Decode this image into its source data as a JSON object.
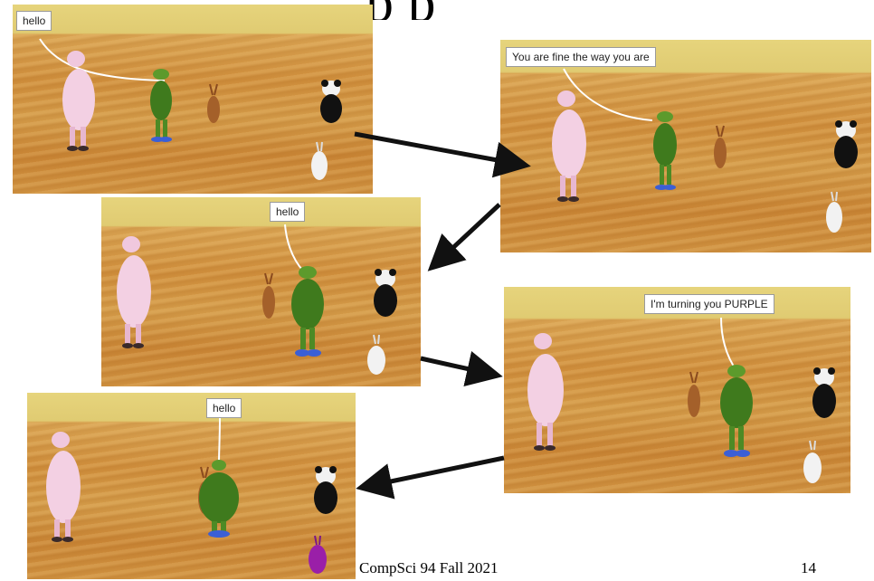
{
  "slide": {
    "title_fragment": "p         p",
    "footer_course": "CompSci 94 Fall 2021",
    "page_number": "14"
  },
  "scenes": [
    {
      "id": "scene-1",
      "speech": "hello"
    },
    {
      "id": "scene-2",
      "speech": "You are fine the way you are"
    },
    {
      "id": "scene-3",
      "speech": "hello"
    },
    {
      "id": "scene-4",
      "speech": "I'm turning you PURPLE"
    },
    {
      "id": "scene-5",
      "speech": "hello"
    }
  ],
  "colors": {
    "sky": "#e6d47c",
    "ground": "#cf8e3c",
    "pig": "#f0c8de",
    "turtle": "#3f7a1d",
    "hare": "#a4602a",
    "panda": "#111111",
    "bunny": "#f2f2f2",
    "purple_bunny": "#9a1fa8",
    "arrow": "#111111"
  }
}
